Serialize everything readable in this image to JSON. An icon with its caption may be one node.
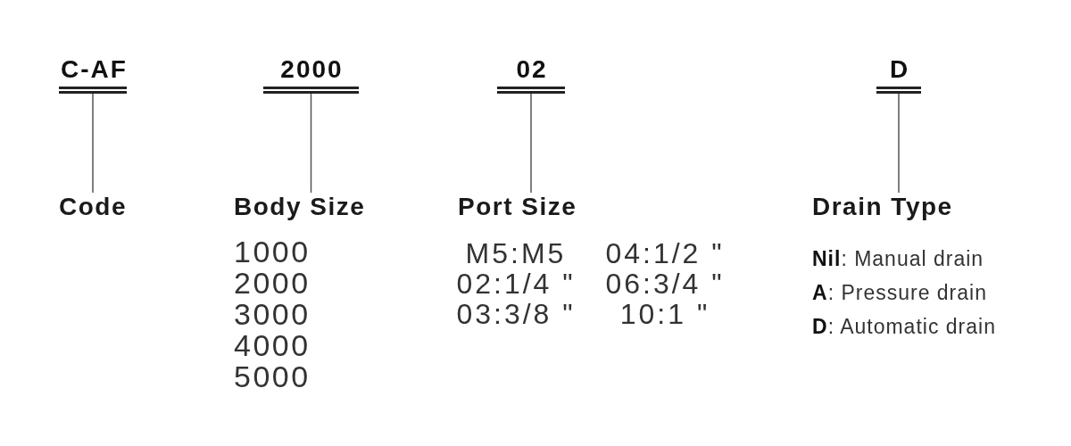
{
  "diagram": {
    "nodes": [
      {
        "text": [
          "C-AF"
        ]
      },
      {
        "text": [
          "2000"
        ]
      },
      {
        "text": [
          "02"
        ]
      },
      {
        "text": [
          "D"
        ]
      },
      {
        "text": [
          "Code"
        ]
      },
      {
        "text": [
          "Body Size"
        ],
        "beside": [
          "1000",
          "2000",
          "3000",
          "4000",
          "5000"
        ]
      },
      {
        "text": [
          "Port Size"
        ],
        "beside": [
          "M5:M5",
          "04:1/2 \"",
          "02:1/4 \"",
          "06:3/4 \"",
          "03:3/8 \"",
          "10:1 \""
        ]
      },
      {
        "text": [
          "Drain Type"
        ],
        "beside": [
          "**Nil**: Manual drain",
          "**A**: Pressure drain",
          "**D**: Automatic drain"
        ]
      }
    ],
    "edges": [
      {
        "from": 0,
        "to": 4,
        "arrow": "none"
      },
      {
        "from": 1,
        "to": 5,
        "arrow": "none"
      },
      {
        "from": 2,
        "to": 6,
        "arrow": "none"
      },
      {
        "from": 3,
        "to": 7,
        "arrow": "none"
      }
    ]
  }
}
